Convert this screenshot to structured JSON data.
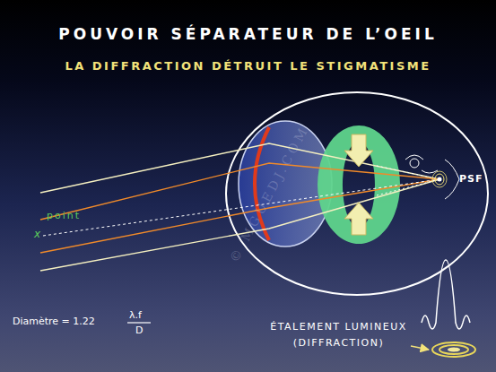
{
  "diagram": {
    "title": "POUVOIR SÉPARATEUR DE L’OEIL",
    "labels": [
      "LA DIFFRACTION DÉTRUIT LE STIGMATISME",
      "point",
      "x",
      "PSF",
      "Diamètre = 1.22",
      "λ.f",
      "D",
      "ÉTALEMENT LUMINEUX (DIFFRACTION)",
      "© MGUEDJ.COM"
    ]
  }
}
